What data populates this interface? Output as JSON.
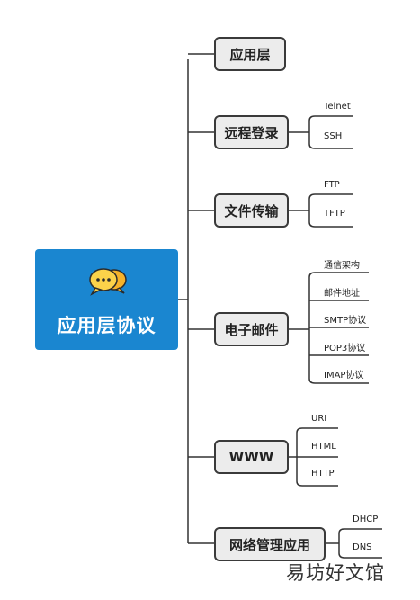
{
  "root": {
    "title": "应用层协议",
    "icon": "chat-bubbles-icon",
    "color": "#1a86d0"
  },
  "branches": [
    {
      "id": "app",
      "label": "应用层",
      "children": []
    },
    {
      "id": "remote",
      "label": "远程登录",
      "children": [
        "Telnet",
        "SSH"
      ]
    },
    {
      "id": "file",
      "label": "文件传输",
      "children": [
        "FTP",
        "TFTP"
      ]
    },
    {
      "id": "mail",
      "label": "电子邮件",
      "children": [
        "通信架构",
        "邮件地址",
        "SMTP协议",
        "POP3协议",
        "IMAP协议"
      ]
    },
    {
      "id": "www",
      "label": "WWW",
      "children": [
        "URI",
        "HTML",
        "HTTP"
      ]
    },
    {
      "id": "net",
      "label": "网络管理应用",
      "children": [
        "DHCP",
        "DNS"
      ]
    }
  ],
  "watermark": "易坊好文馆"
}
